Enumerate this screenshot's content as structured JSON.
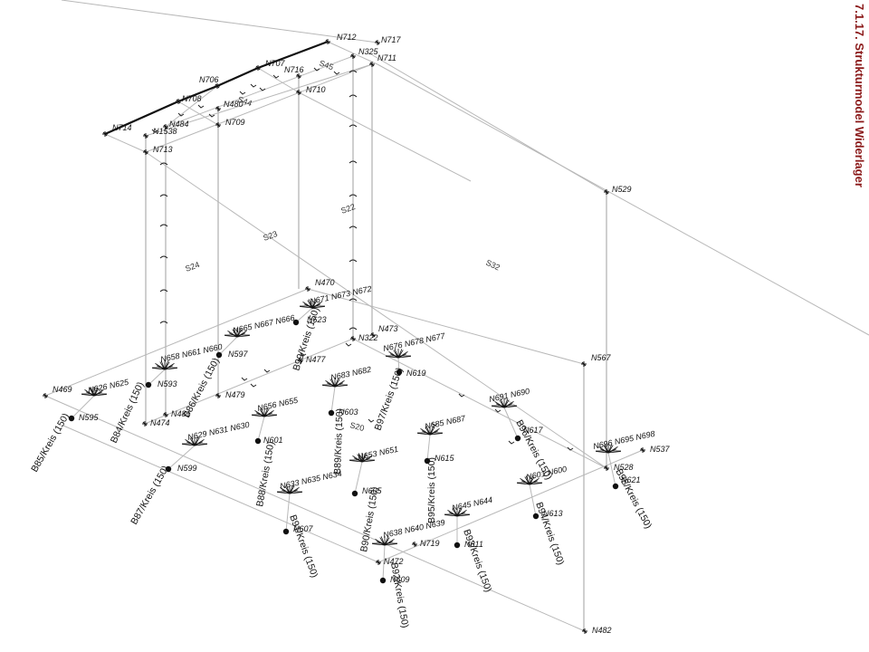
{
  "title": "7.1.17. Strukturmodel Widerlager",
  "nodes": {
    "N712": "N712",
    "N717": "N717",
    "N325": "N325",
    "N711": "N711",
    "N707": "N707",
    "N706": "N706",
    "N716": "N716",
    "N710": "N710",
    "N708": "N708",
    "N480": "N480",
    "N709": "N709",
    "N714": "N714",
    "N484": "N484",
    "N1538": "N1538",
    "N713": "N713",
    "N529": "N529",
    "N470": "N470",
    "N623": "N623",
    "N473": "N473",
    "N322": "N322",
    "N477": "N477",
    "N597": "N597",
    "N593": "N593",
    "N479": "N479",
    "N469": "N469",
    "N595": "N595",
    "N481": "N481",
    "N474": "N474",
    "N599": "N599",
    "N601": "N601",
    "N603": "N603",
    "N619": "N619",
    "N567": "N567",
    "N617": "N617",
    "N615": "N615",
    "N605": "N605",
    "N607": "N607",
    "N537": "N537",
    "N528": "N528",
    "N621": "N621",
    "N613": "N613",
    "N719": "N719",
    "N611": "N611",
    "N472": "N472",
    "N609": "N609",
    "N482": "N482"
  },
  "cluster_labels": [
    "N671 N673 N672",
    "N665 N667 N666",
    "N658 N661 N660",
    "N626 N625",
    "N676 N678 N677",
    "N683 N682",
    "N656 N655",
    "N629 N631 N630",
    "N691 N690",
    "N685 N687",
    "N653 N651",
    "N633 N635 N634",
    "N696 N695 N698",
    "N601 N600",
    "N645 N644",
    "N638 N640 N639"
  ],
  "surfaces": {
    "S22": "S22",
    "S23": "S23",
    "S24": "S24",
    "S32": "S32",
    "S44": "S44",
    "S45": "S45",
    "S20": "S20"
  },
  "piles": {
    "B85": "B85/Kreis (150)",
    "B84": "B84/Kreis (150)",
    "B86": "B86/Kreis (150)",
    "B99": "B99/Kreis (150)",
    "B87": "B87/Kreis (150)",
    "B88": "B88/Kreis (150)",
    "B89": "B89/Kreis (150)",
    "B97": "B97/Kreis (150)",
    "B96": "B96/Kreis (150)",
    "B95": "B95/Kreis (150)",
    "B90": "B90/Kreis (150)",
    "B91": "B91/Kreis (150)",
    "B92": "B92/Kreis (150)",
    "B93": "B93/Kreis (150)",
    "B94": "B94/Kreis (150)",
    "B98": "B98/Kreis (150)"
  },
  "colors": {
    "title": "#8b1a1a",
    "lines": "#b8b8b8",
    "members": "#111111"
  }
}
